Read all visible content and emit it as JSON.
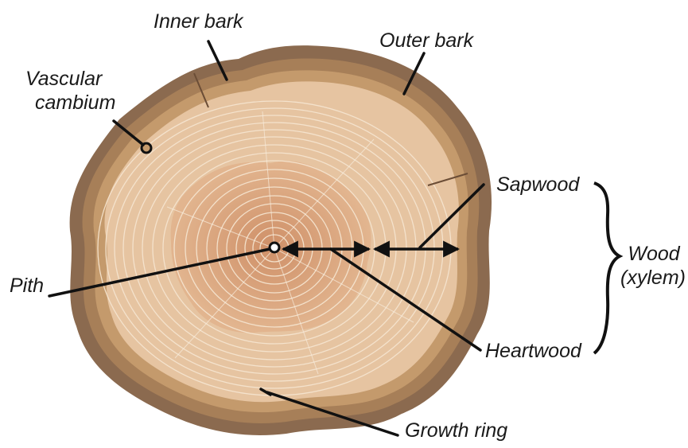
{
  "labels": {
    "inner_bark": "Inner bark",
    "outer_bark": "Outer bark",
    "vascular_cambium_line1": "Vascular",
    "vascular_cambium_line2": "cambium",
    "sapwood": "Sapwood",
    "wood_line1": "Wood",
    "wood_line2": "(xylem)",
    "pith": "Pith",
    "heartwood": "Heartwood",
    "growth_ring": "Growth ring"
  },
  "colors": {
    "outer_bark": "#8b6a4f",
    "inner_bark": "#a77f58",
    "cambium": "#c49a6c",
    "sapwood": "#e6c4a1",
    "heartwood": "#d9a27a",
    "ring_line": "#f5e4cf",
    "annotation": "#111111"
  }
}
